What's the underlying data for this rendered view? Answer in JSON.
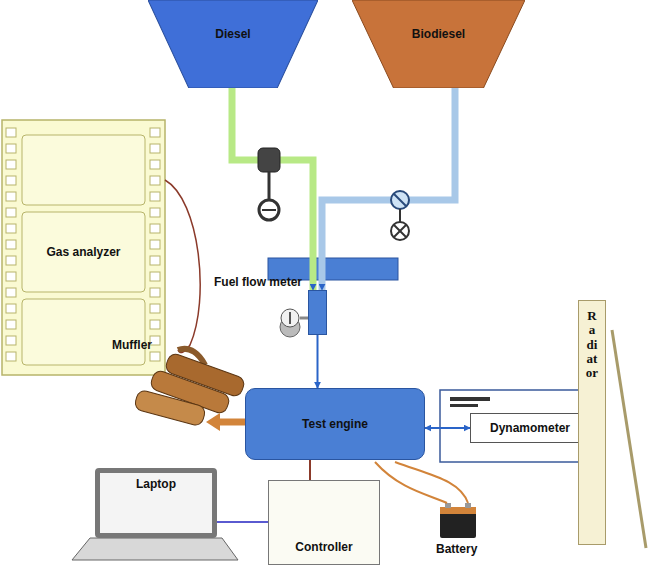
{
  "diagram": {
    "nodes": [
      {
        "text": [
          "Diesel"
        ]
      },
      {
        "text": [
          "Biodiesel"
        ]
      },
      {
        "text": [
          "Gas analyzer"
        ]
      },
      {
        "text": [
          "Fuel flow meter"
        ]
      },
      {
        "text": [
          "Test engine"
        ]
      },
      {
        "text": [
          "Dynamometer"
        ]
      },
      {
        "text": [
          "Radiator"
        ]
      },
      {
        "text": [
          "Laptop"
        ]
      },
      {
        "text": [
          "Controller"
        ]
      }
    ],
    "edges": [
      {
        "from": 0,
        "to": 3,
        "arrow": "to"
      },
      {
        "from": 1,
        "to": 3,
        "arrow": "to"
      },
      {
        "from": 3,
        "to": 4,
        "arrow": "to"
      },
      {
        "from": 4,
        "to": 5,
        "arrow": "both"
      },
      {
        "from": 4,
        "to": 8,
        "arrow": "none"
      },
      {
        "from": 8,
        "to": 7,
        "arrow": "none"
      }
    ],
    "labels": [
      "Muffler",
      "Battery"
    ]
  }
}
